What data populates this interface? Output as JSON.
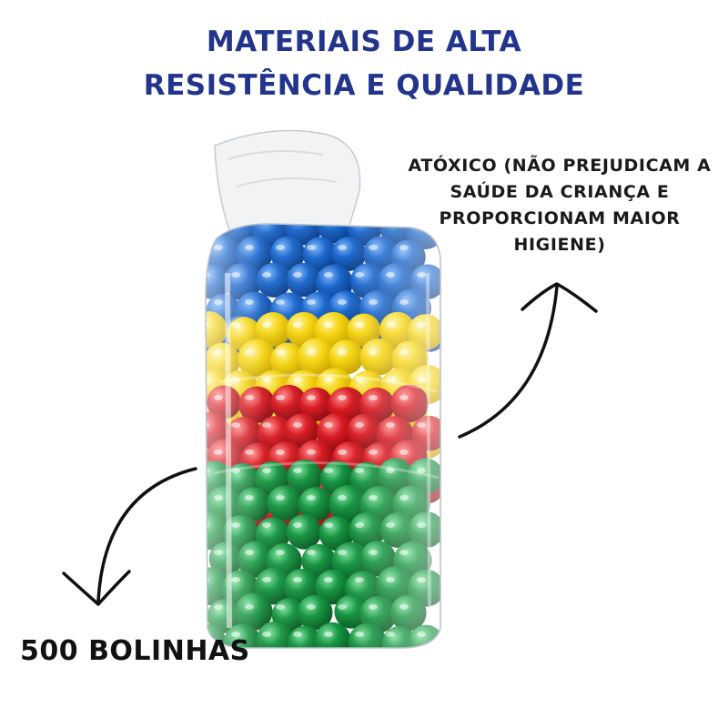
{
  "headline": {
    "line1": "MATERIAIS DE ALTA",
    "line2": "RESISTÊNCIA E QUALIDADE",
    "color": "#22348c"
  },
  "callout_top": {
    "lines": [
      "ATÓXICO (NÃO PREJUDICAM A",
      "SAÚDE DA CRIANÇA E",
      "PROPORCIONAM MAIOR",
      "HIGIENE)"
    ]
  },
  "callout_bottom": {
    "text": "500 BOLINHAS"
  },
  "product": {
    "icon": "ball-pit-bag-image",
    "ball_colors": [
      "#1a66cc",
      "#f5d40f",
      "#d81820",
      "#159440"
    ]
  }
}
